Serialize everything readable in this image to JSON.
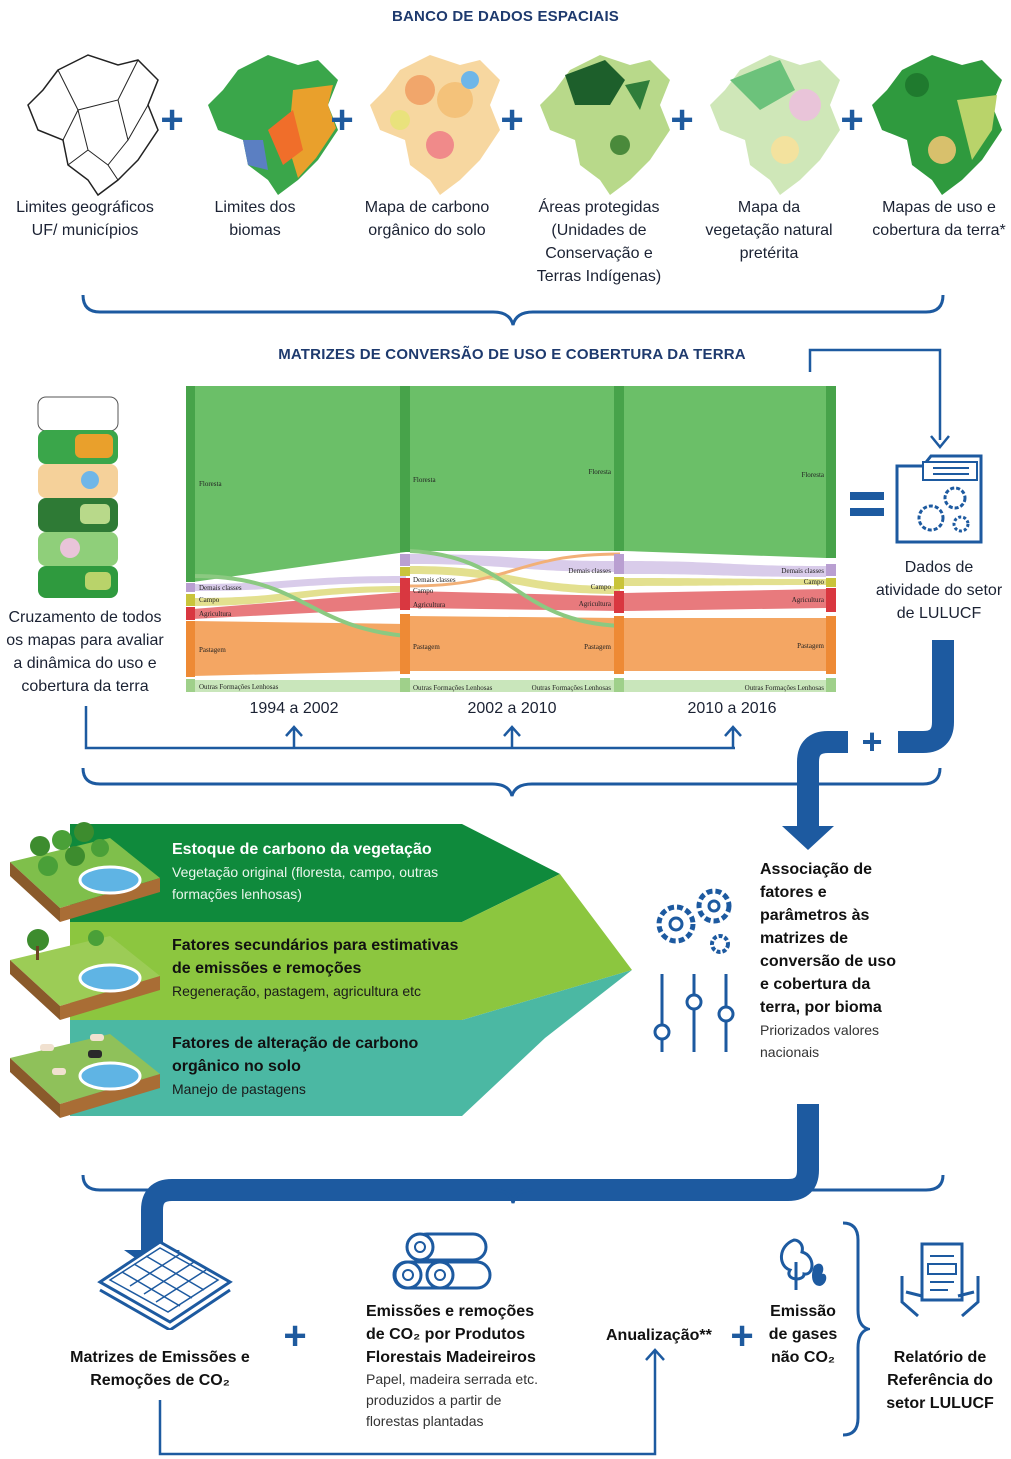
{
  "header_spatial": "BANCO DE DADOS ESPACIAIS",
  "maps": [
    {
      "label": "Limites geográficos UF/ municípios",
      "icon": "brazil-outline-map-icon"
    },
    {
      "label": "Limites dos biomas",
      "icon": "biome-map-icon"
    },
    {
      "label": "Mapa de carbono orgânico do solo",
      "icon": "soil-carbon-map-icon"
    },
    {
      "label": "Áreas protegidas (Unidades de Conservação e Terras Indígenas)",
      "icon": "protected-areas-map-icon"
    },
    {
      "label": "Mapa da vegetação natural pretérita",
      "icon": "vegetation-map-icon"
    },
    {
      "label": "Mapas de uso e cobertura da terra*",
      "icon": "land-use-map-icon"
    }
  ],
  "header_matrices": "MATRIZES DE CONVERSÃO DE USO E COBERTURA DA TERRA",
  "crossing_label": "Cruzamento de todos os mapas para avaliar a dinâmica do uso e cobertura da terra",
  "periods": [
    "1994 a 2002",
    "2002 a 2010",
    "2010 a 2016"
  ],
  "activity_label": "Dados de atividade do setor de LULUCF",
  "chart_data": {
    "type": "sankey",
    "nodes": [
      "Floresta",
      "Demais classes",
      "Campo",
      "Agricultura",
      "Pastagem",
      "Outras Formações Lenhosas"
    ],
    "columns": [
      "1994",
      "2002",
      "2010",
      "2016"
    ],
    "colors": {
      "Floresta": "#5cb85c",
      "Demais classes": "#c9b6dc",
      "Campo": "#d9d65a",
      "Agricultura": "#e0484f",
      "Pastagem": "#f2994a",
      "Outras Formações Lenhosas": "#b8dfa9"
    }
  },
  "sankey_labels": {
    "c1": [
      "Floresta",
      "Demais classes",
      "Campo",
      "Agricultura",
      "Pastagem",
      "Outras Formações Lenhosas"
    ],
    "c2": [
      "Floresta",
      "Demais classes",
      "Campo",
      "Agricultura",
      "Pastagem",
      "Outras Formações Lenhosas"
    ],
    "c2r": [
      "Floresta",
      "Demais classes",
      "Campo",
      "Agricultura",
      "Pastagem",
      "Outras Formações Lenhosas"
    ],
    "c4": [
      "Floresta",
      "Demais classes",
      "Campo",
      "Agricultura",
      "Pastagem",
      "Outras Formações Lenhosas"
    ]
  },
  "bands": [
    {
      "title": "Estoque de carbono da vegetação",
      "sub": "Vegetação original (floresta, campo, outras formações lenhosas)",
      "color": "#0f8a3c"
    },
    {
      "title": "Fatores secundários para estimativas de emissões e remoções",
      "sub": "Regeneração, pastagem, agricultura etc",
      "color": "#8cc63f"
    },
    {
      "title": "Fatores de alteração de carbono orgânico no solo",
      "sub": "Manejo de pastagens",
      "color": "#4bb8a3"
    }
  ],
  "association": {
    "title": "Associação de fatores e parâmetros às matrizes de conversão de uso e cobertura da terra, por bioma",
    "sub": "Priorizados valores nacionais"
  },
  "bottom": {
    "matrices": "Matrizes de Emissões e Remoções de CO₂",
    "hwp_title": "Emissões e remoções de CO₂ por Produtos Florestais Madeireiros",
    "hwp_sub": "Papel, madeira serrada etc. produzidos a partir de florestas plantadas",
    "annualization": "Anualização**",
    "nonco2": "Emissão de gases não CO₂",
    "report": "Relatório de Referência do setor LULUCF"
  },
  "colors": {
    "navy": "#1e3a6e",
    "blue": "#1d5aa0",
    "dark_green": "#0f8a3c",
    "lime": "#8cc63f",
    "teal": "#4bb8a3"
  }
}
